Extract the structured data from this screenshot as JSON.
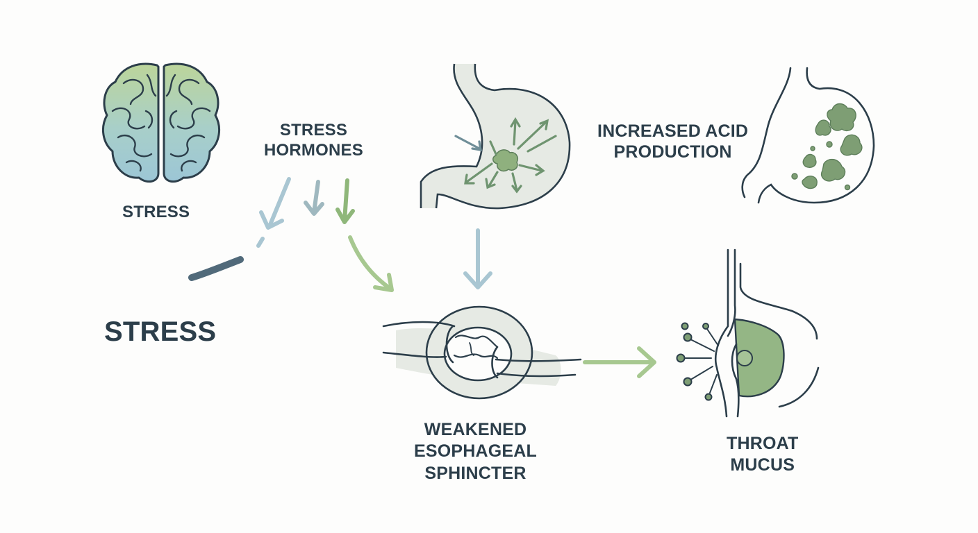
{
  "labels": {
    "stress_small": "STRESS",
    "stress_hormones": [
      "STRESS",
      "HORMONES"
    ],
    "increased_acid": [
      "INCREASED ACID",
      "PRODUCTION"
    ],
    "stress_big": "STRESS",
    "sphincter": [
      "WEAKENED",
      "ESOPHAGEAL",
      "SPHINCTER"
    ],
    "throat_mucus": [
      "THROAT",
      "MUCUS"
    ]
  },
  "icons": [
    "brain-icon",
    "stomach-icon",
    "acid-stomach-icon",
    "sphincter-icon",
    "throat-icon",
    "arrow-icon"
  ],
  "colors": {
    "ink": "#2c3e4a",
    "green": "#8fb77a",
    "sage": "#88ab84",
    "blue": "#9cc3d2",
    "slate": "#516a7a",
    "stomach_fill": "#e6eae4"
  }
}
